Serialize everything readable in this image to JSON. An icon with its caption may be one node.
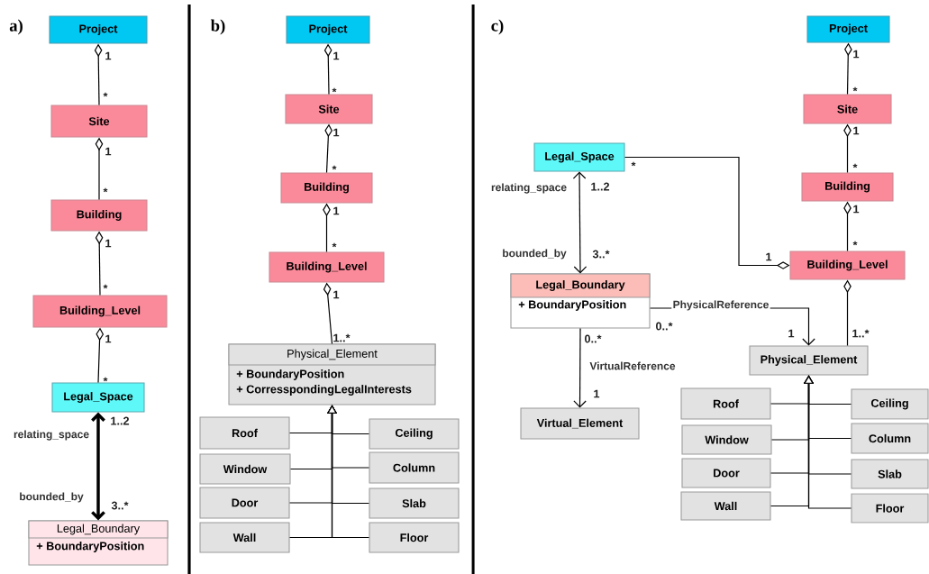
{
  "diagram": {
    "nodes": [
      {
        "text": [
          "Project"
        ]
      },
      {
        "text": [
          "Site"
        ]
      },
      {
        "text": [
          "Building"
        ]
      },
      {
        "text": [
          "Building_Level"
        ]
      },
      {
        "text": [
          "Legal_Space"
        ]
      },
      {
        "text": [
          "Legal_Boundary",
          "+ BoundaryPosition"
        ]
      },
      {
        "text": [
          "Project"
        ]
      },
      {
        "text": [
          "Site"
        ]
      },
      {
        "text": [
          "Building"
        ]
      },
      {
        "text": [
          "Building_Level"
        ]
      },
      {
        "text": [
          "Physical_Element",
          "+ BoundaryPosition",
          "+ CorresspondingLegalInterests"
        ]
      },
      {
        "text": [
          "Roof"
        ]
      },
      {
        "text": [
          "Window"
        ]
      },
      {
        "text": [
          "Door"
        ]
      },
      {
        "text": [
          "Wall"
        ]
      },
      {
        "text": [
          "Ceiling"
        ]
      },
      {
        "text": [
          "Column"
        ]
      },
      {
        "text": [
          "Slab"
        ]
      },
      {
        "text": [
          "Floor"
        ]
      },
      {
        "text": [
          "Project"
        ]
      },
      {
        "text": [
          "Site"
        ]
      },
      {
        "text": [
          "Building"
        ]
      },
      {
        "text": [
          "Legal_Space"
        ]
      },
      {
        "text": [
          "Building_Level"
        ]
      },
      {
        "text": [
          "Legal_Boundary",
          "+ BoundaryPosition"
        ]
      },
      {
        "text": [
          "Physical_Element"
        ]
      },
      {
        "text": [
          "Virtual_Element"
        ]
      },
      {
        "text": [
          "Roof"
        ]
      },
      {
        "text": [
          "Window"
        ]
      },
      {
        "text": [
          "Door"
        ]
      },
      {
        "text": [
          "Wall"
        ]
      },
      {
        "text": [
          "Ceiling"
        ]
      },
      {
        "text": [
          "Column"
        ]
      },
      {
        "text": [
          "Slab"
        ]
      },
      {
        "text": [
          "Floor"
        ]
      }
    ],
    "edges": [
      {
        "from": 0,
        "to": 1,
        "arrow": "other"
      },
      {
        "from": 1,
        "to": 2,
        "arrow": "other"
      },
      {
        "from": 2,
        "to": 3,
        "arrow": "other"
      },
      {
        "from": 3,
        "to": 4,
        "arrow": "other"
      },
      {
        "from": 4,
        "to": 5,
        "arrow": "both",
        "style": "thick"
      },
      {
        "from": 6,
        "to": 7,
        "arrow": "other"
      },
      {
        "from": 7,
        "to": 8,
        "arrow": "other"
      },
      {
        "from": 8,
        "to": 9,
        "arrow": "other"
      },
      {
        "from": 9,
        "to": 10,
        "arrow": "other"
      },
      {
        "from": 11,
        "to": 10,
        "arrow": "to"
      },
      {
        "from": 12,
        "to": 10,
        "arrow": "to"
      },
      {
        "from": 13,
        "to": 10,
        "arrow": "to"
      },
      {
        "from": 14,
        "to": 10,
        "arrow": "to"
      },
      {
        "from": 15,
        "to": 10,
        "arrow": "to"
      },
      {
        "from": 16,
        "to": 10,
        "arrow": "to"
      },
      {
        "from": 17,
        "to": 10,
        "arrow": "to"
      },
      {
        "from": 18,
        "to": 10,
        "arrow": "to"
      },
      {
        "from": 19,
        "to": 20,
        "arrow": "other"
      },
      {
        "from": 20,
        "to": 21,
        "arrow": "other"
      },
      {
        "from": 21,
        "to": 23,
        "arrow": "other"
      },
      {
        "from": 23,
        "to": 22,
        "arrow": "other"
      },
      {
        "from": 22,
        "to": 24,
        "arrow": "both"
      },
      {
        "from": 24,
        "to": 25,
        "arrow": "to",
        "label": "PhysicalReference"
      },
      {
        "from": 24,
        "to": 26,
        "arrow": "to",
        "label": "VirtualReference"
      },
      {
        "from": 23,
        "to": 25,
        "arrow": "other"
      },
      {
        "from": 27,
        "to": 25,
        "arrow": "to"
      },
      {
        "from": 28,
        "to": 25,
        "arrow": "to"
      },
      {
        "from": 29,
        "to": 25,
        "arrow": "to"
      },
      {
        "from": 30,
        "to": 25,
        "arrow": "to"
      },
      {
        "from": 31,
        "to": 25,
        "arrow": "to"
      },
      {
        "from": 32,
        "to": 25,
        "arrow": "to"
      },
      {
        "from": 33,
        "to": 25,
        "arrow": "to"
      },
      {
        "from": 34,
        "to": 25,
        "arrow": "to"
      }
    ],
    "labels": [
      "a)",
      "1",
      "*",
      "1",
      "*",
      "1",
      "*",
      "1",
      "*",
      "relating_space",
      "1..2",
      "bounded_by",
      "3..*",
      "b)",
      "1",
      "*",
      "1",
      "*",
      "1",
      "*",
      "1",
      "1..*",
      "c)",
      "1",
      "*",
      "1",
      "*",
      "*",
      "relating_space",
      "1..2",
      "1",
      "*",
      "bounded_by",
      "3..*",
      "1",
      "0..*",
      "1",
      "1..*",
      "0..*",
      "1"
    ]
  }
}
